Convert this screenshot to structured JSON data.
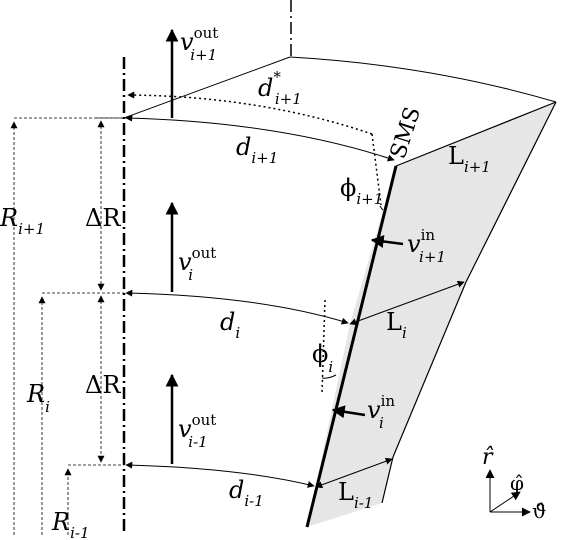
{
  "labels": {
    "d_i_plus_1_star": {
      "main": "d",
      "sub": "i+1",
      "sup": "*"
    },
    "d_i_plus_1": {
      "main": "d",
      "sub": "i+1"
    },
    "d_i": {
      "main": "d",
      "sub": "i"
    },
    "d_i_minus_1": {
      "main": "d",
      "sub": "i-1"
    },
    "R_i_plus_1": {
      "main": "R",
      "sub": "i+1"
    },
    "R_i": {
      "main": "R",
      "sub": "i"
    },
    "R_i_minus_1": {
      "main": "R",
      "sub": "i-1"
    },
    "delta_R_upper": {
      "main": "ΔR"
    },
    "delta_R_lower": {
      "main": "ΔR"
    },
    "v_out_i_plus_1": {
      "main": "v",
      "sub": "i+1",
      "sup": "out"
    },
    "v_out_i": {
      "main": "v",
      "sub": "i",
      "sup": "out"
    },
    "v_out_i_minus_1": {
      "main": "v",
      "sub": "i-1",
      "sup": "out"
    },
    "v_in_i_plus_1": {
      "main": "v",
      "sub": "i+1",
      "sup": "in"
    },
    "v_in_i": {
      "main": "v",
      "sub": "i",
      "sup": "in"
    },
    "phi_i_plus_1": {
      "main": "ϕ",
      "sub": "i+1"
    },
    "phi_i": {
      "main": "ϕ",
      "sub": "i"
    },
    "L_i_plus_1": {
      "main": "L",
      "sub": "i+1"
    },
    "L_i": {
      "main": "L",
      "sub": "i"
    },
    "L_i_minus_1": {
      "main": "L",
      "sub": "i-1"
    },
    "sms": "SMS",
    "axis_r": "r̂",
    "axis_phi": "φ̂",
    "axis_theta": "ϑ̂"
  }
}
